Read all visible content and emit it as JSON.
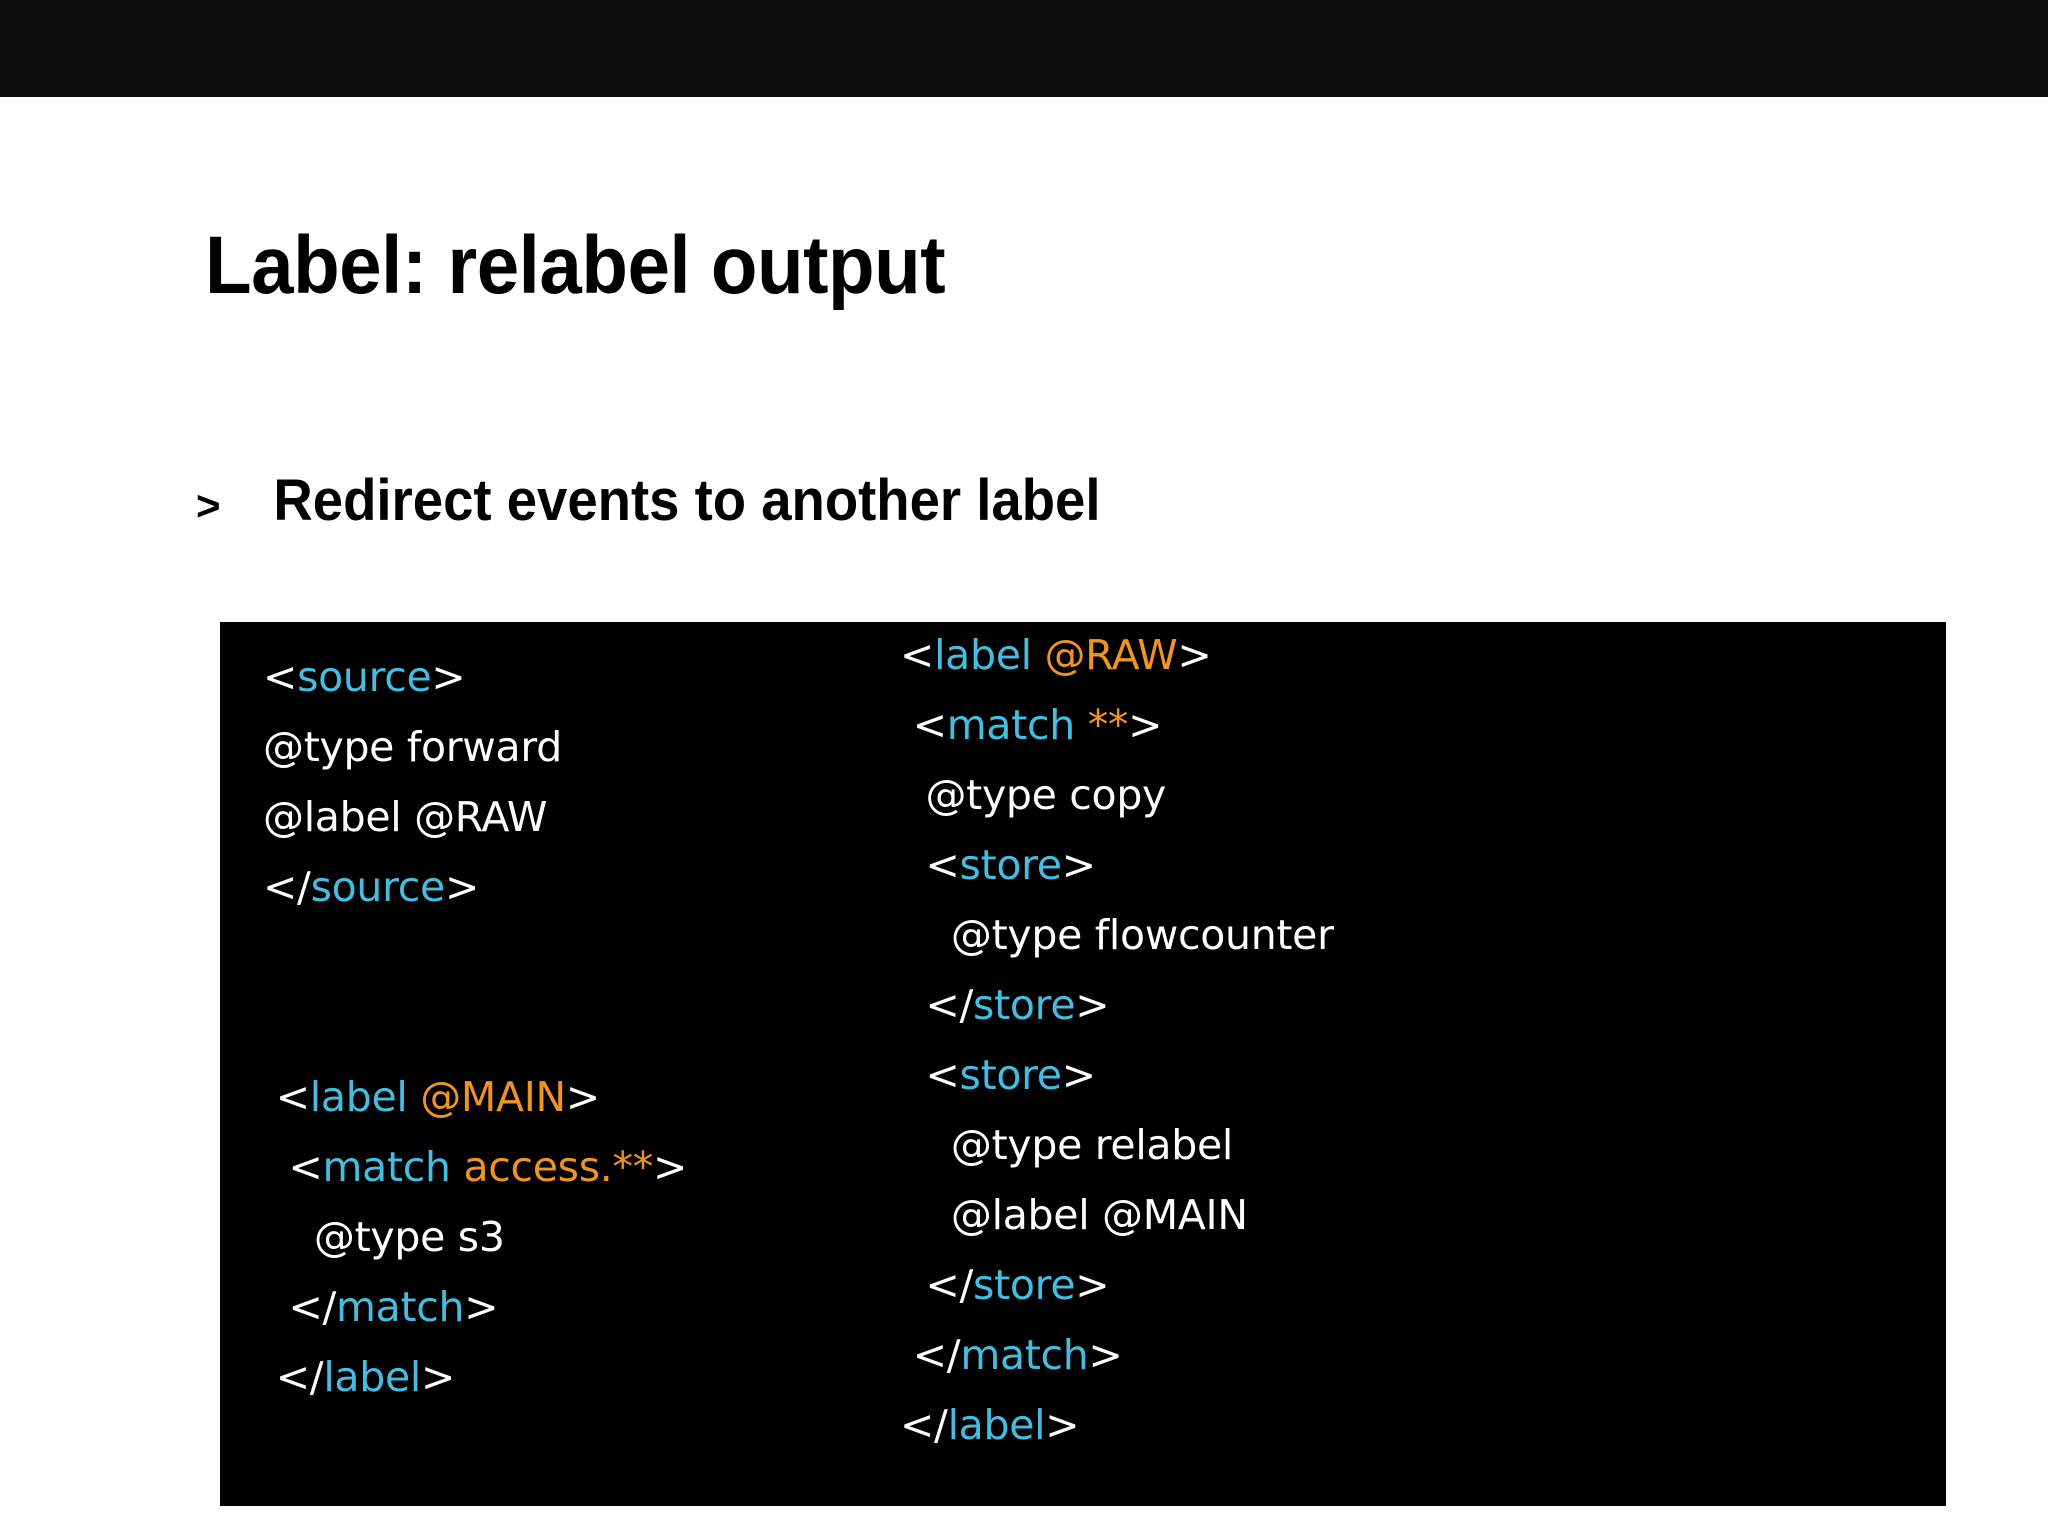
{
  "slide": {
    "title": "Label: relabel output",
    "bullet": {
      "marker": ">",
      "text": "Redirect events to another label"
    }
  },
  "colors": {
    "background": "#ffffff",
    "topbar": "#0d0d0d",
    "code_panel_bg": "#000000",
    "tag": "#45bde0",
    "attribute": "#ef9422",
    "plain_text": "#ffffff"
  },
  "code": {
    "left_column": [
      {
        "indent": 0,
        "tokens": [
          {
            "t": "pun",
            "v": "<"
          },
          {
            "t": "tag",
            "v": "source"
          },
          {
            "t": "pun",
            "v": ">"
          }
        ]
      },
      {
        "indent": 1,
        "tokens": [
          {
            "t": "plain",
            "v": "@type forward"
          }
        ]
      },
      {
        "indent": 1,
        "tokens": [
          {
            "t": "plain",
            "v": "@label @RAW"
          }
        ]
      },
      {
        "indent": 0,
        "tokens": [
          {
            "t": "pun",
            "v": "</"
          },
          {
            "t": "tag",
            "v": "source"
          },
          {
            "t": "pun",
            "v": ">"
          }
        ]
      },
      {
        "indent": 0,
        "tokens": []
      },
      {
        "indent": 0,
        "tokens": []
      },
      {
        "indent": 0,
        "tokens": [
          {
            "t": "pun",
            "v": " <"
          },
          {
            "t": "tag",
            "v": "label "
          },
          {
            "t": "attr",
            "v": "@MAIN"
          },
          {
            "t": "pun",
            "v": ">"
          }
        ]
      },
      {
        "indent": 0,
        "tokens": [
          {
            "t": "pun",
            "v": "  <"
          },
          {
            "t": "tag",
            "v": "match "
          },
          {
            "t": "attr",
            "v": "access.**"
          },
          {
            "t": "pun",
            "v": ">"
          }
        ]
      },
      {
        "indent": 0,
        "tokens": [
          {
            "t": "plain",
            "v": "    @type s3"
          }
        ]
      },
      {
        "indent": 0,
        "tokens": [
          {
            "t": "pun",
            "v": "  </"
          },
          {
            "t": "tag",
            "v": "match"
          },
          {
            "t": "pun",
            "v": ">"
          }
        ]
      },
      {
        "indent": 0,
        "tokens": [
          {
            "t": "pun",
            "v": " </"
          },
          {
            "t": "tag",
            "v": "label"
          },
          {
            "t": "pun",
            "v": ">"
          }
        ]
      }
    ],
    "right_column": [
      {
        "indent": 0,
        "tokens": [
          {
            "t": "pun",
            "v": "<"
          },
          {
            "t": "tag",
            "v": "label "
          },
          {
            "t": "attr",
            "v": "@RAW"
          },
          {
            "t": "pun",
            "v": ">"
          }
        ]
      },
      {
        "indent": 0,
        "tokens": [
          {
            "t": "pun",
            "v": " <"
          },
          {
            "t": "tag",
            "v": "match "
          },
          {
            "t": "attr",
            "v": "**"
          },
          {
            "t": "pun",
            "v": ">"
          }
        ]
      },
      {
        "indent": 0,
        "tokens": [
          {
            "t": "plain",
            "v": "  @type copy"
          }
        ]
      },
      {
        "indent": 0,
        "tokens": [
          {
            "t": "pun",
            "v": "  <"
          },
          {
            "t": "tag",
            "v": "store"
          },
          {
            "t": "pun",
            "v": ">"
          }
        ]
      },
      {
        "indent": 0,
        "tokens": [
          {
            "t": "plain",
            "v": "    @type flowcounter"
          }
        ]
      },
      {
        "indent": 0,
        "tokens": [
          {
            "t": "pun",
            "v": "  </"
          },
          {
            "t": "tag",
            "v": "store"
          },
          {
            "t": "pun",
            "v": ">"
          }
        ]
      },
      {
        "indent": 0,
        "tokens": [
          {
            "t": "pun",
            "v": "  <"
          },
          {
            "t": "tag",
            "v": "store"
          },
          {
            "t": "pun",
            "v": ">"
          }
        ]
      },
      {
        "indent": 0,
        "tokens": [
          {
            "t": "plain",
            "v": "    @type relabel"
          }
        ]
      },
      {
        "indent": 0,
        "tokens": [
          {
            "t": "plain",
            "v": "    @label @MAIN"
          }
        ]
      },
      {
        "indent": 0,
        "tokens": [
          {
            "t": "pun",
            "v": "  </"
          },
          {
            "t": "tag",
            "v": "store"
          },
          {
            "t": "pun",
            "v": ">"
          }
        ]
      },
      {
        "indent": 0,
        "tokens": [
          {
            "t": "pun",
            "v": " </"
          },
          {
            "t": "tag",
            "v": "match"
          },
          {
            "t": "pun",
            "v": ">"
          }
        ]
      },
      {
        "indent": 0,
        "tokens": [
          {
            "t": "pun",
            "v": "</"
          },
          {
            "t": "tag",
            "v": "label"
          },
          {
            "t": "pun",
            "v": ">"
          }
        ]
      }
    ]
  }
}
